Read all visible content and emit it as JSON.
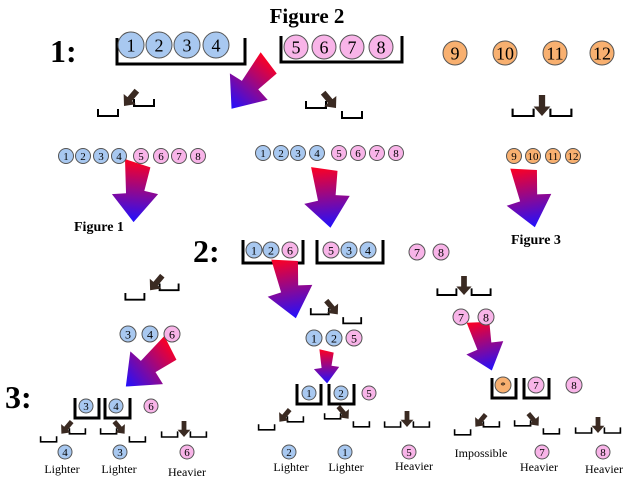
{
  "title": "Figure 2",
  "step_labels": [
    "1:",
    "2:",
    "3:"
  ],
  "figure_labels": [
    "Figure 1",
    "Figure 3"
  ],
  "outcomes": [
    "Lighter",
    "Lighter",
    "Heavier",
    "Lighter",
    "Lighter",
    "Heavier",
    "Impossible",
    "Heavier",
    "Heavier"
  ],
  "colors": {
    "blue_ball": "#a8c8f0",
    "pink_ball": "#f8b4e8",
    "orange_ball": "#f8b070",
    "arrow_top": "#ff0020",
    "arrow_bottom": "#2010ff",
    "scale": "#000000",
    "pointer": "#3a2a22"
  },
  "balls": {
    "step1_left_pan": [
      "1",
      "2",
      "3",
      "4"
    ],
    "step1_right_pan": [
      "5",
      "6",
      "7",
      "8"
    ],
    "step1_aside": [
      "9",
      "10",
      "11",
      "12"
    ],
    "branch_a_row": [
      "1",
      "2",
      "3",
      "4",
      "5",
      "6",
      "7",
      "8"
    ],
    "branch_b_row": [
      "1",
      "2",
      "3",
      "4",
      "5",
      "6",
      "7",
      "8"
    ],
    "branch_c_row": [
      "9",
      "10",
      "11",
      "12"
    ],
    "step2_left_pan": [
      "1",
      "2",
      "6"
    ],
    "step2_right_pan": [
      "5",
      "3",
      "4"
    ],
    "step2_aside": [
      "7",
      "8"
    ],
    "left_group": [
      "3",
      "4",
      "6"
    ],
    "mid_group": [
      "1",
      "2",
      "5"
    ],
    "right_group": [
      "7",
      "8"
    ],
    "step3_left": [
      "3",
      "4",
      "6"
    ],
    "step3_mid": [
      "1",
      "2",
      "5"
    ],
    "step3_right": [
      "*",
      "7",
      "8"
    ],
    "results": [
      "4",
      "3",
      "6",
      "2",
      "1",
      "5",
      "7",
      "8"
    ]
  }
}
